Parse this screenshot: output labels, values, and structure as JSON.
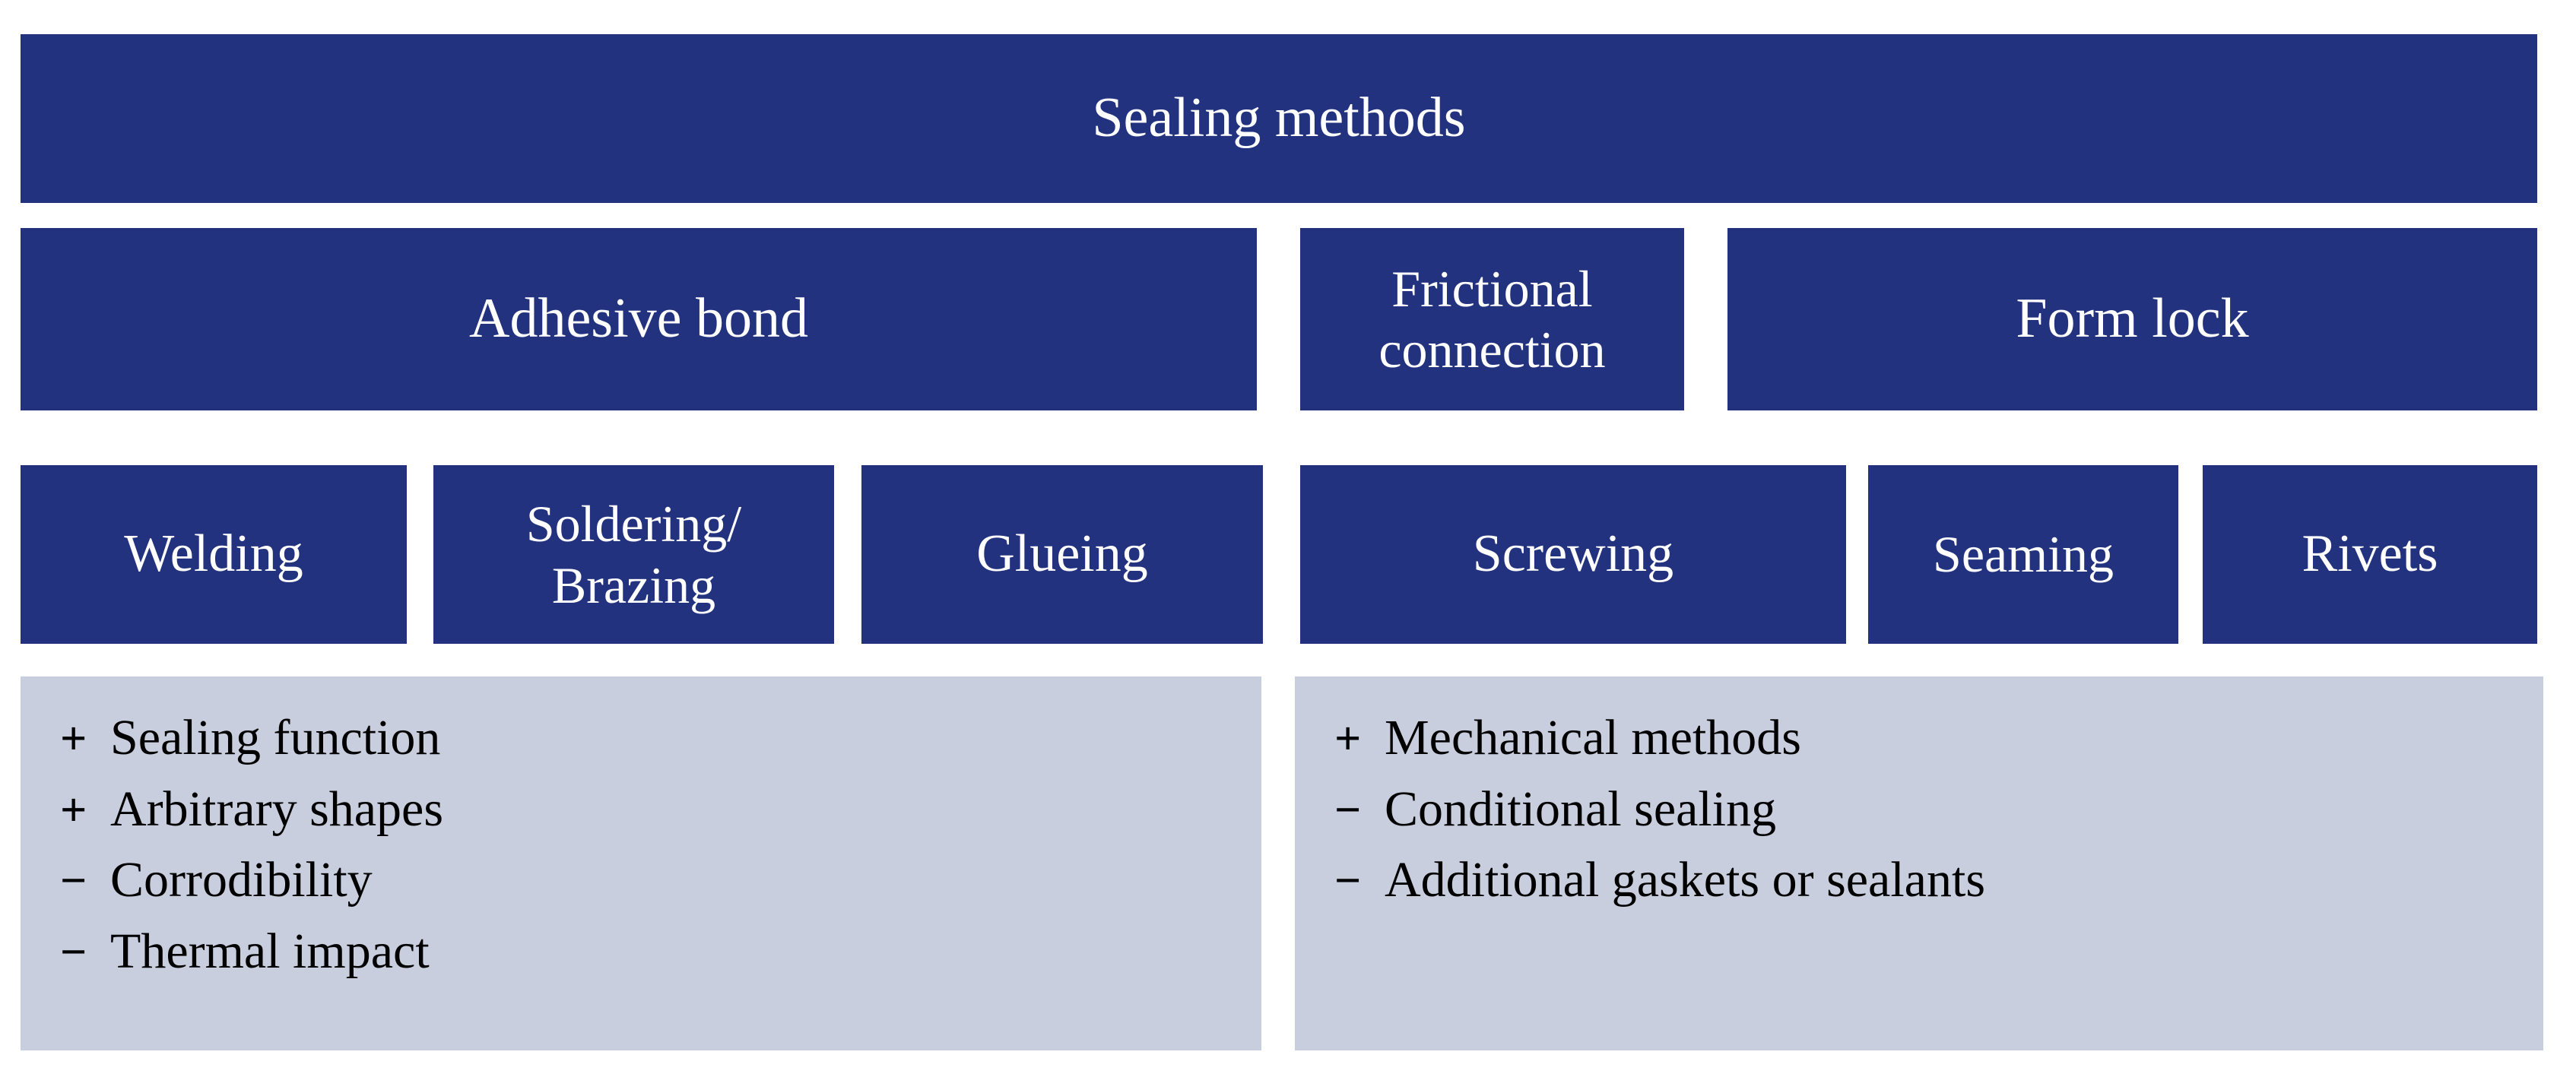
{
  "colors": {
    "box_fill": "#22327E",
    "box_text": "#FFFFFF",
    "panel_fill": "#C9CEDE",
    "panel_text": "#000000",
    "background": "#FFFFFF"
  },
  "diagram": {
    "title": "Sealing methods",
    "type": "hierarchy-tree",
    "root": {
      "label": "Sealing methods"
    },
    "categories": [
      {
        "label": "Adhesive bond",
        "line1": "Adhesive bond",
        "line2": ""
      },
      {
        "label": "Frictional connection",
        "line1": "Frictional",
        "line2": "connection"
      },
      {
        "label": "Form lock",
        "line1": "Form lock",
        "line2": ""
      }
    ],
    "leaves": [
      {
        "label": "Welding",
        "line1": "Welding",
        "line2": "",
        "parent": "Adhesive bond"
      },
      {
        "label": "Soldering/Brazing",
        "line1": "Soldering/",
        "line2": "Brazing",
        "parent": "Adhesive bond"
      },
      {
        "label": "Glueing",
        "line1": "Glueing",
        "line2": "",
        "parent": "Adhesive bond"
      },
      {
        "label": "Screwing",
        "line1": "Screwing",
        "line2": "",
        "parent": "Frictional connection"
      },
      {
        "label": "Seaming",
        "line1": "Seaming",
        "line2": "",
        "parent": "Form lock"
      },
      {
        "label": "Rivets",
        "line1": "Rivets",
        "line2": "",
        "parent": "Form lock"
      }
    ],
    "panels": [
      {
        "name": "adhesive-bond-properties",
        "properties": [
          {
            "sign": "+",
            "text": "Sealing function"
          },
          {
            "sign": "+",
            "text": "Arbitrary shapes"
          },
          {
            "sign": "−",
            "text": "Corrodibility"
          },
          {
            "sign": "−",
            "text": "Thermal impact"
          }
        ]
      },
      {
        "name": "mechanical-properties",
        "properties": [
          {
            "sign": "+",
            "text": "Mechanical methods"
          },
          {
            "sign": "−",
            "text": "Conditional sealing"
          },
          {
            "sign": "−",
            "text": "Additional gaskets or sealants"
          }
        ]
      }
    ]
  }
}
